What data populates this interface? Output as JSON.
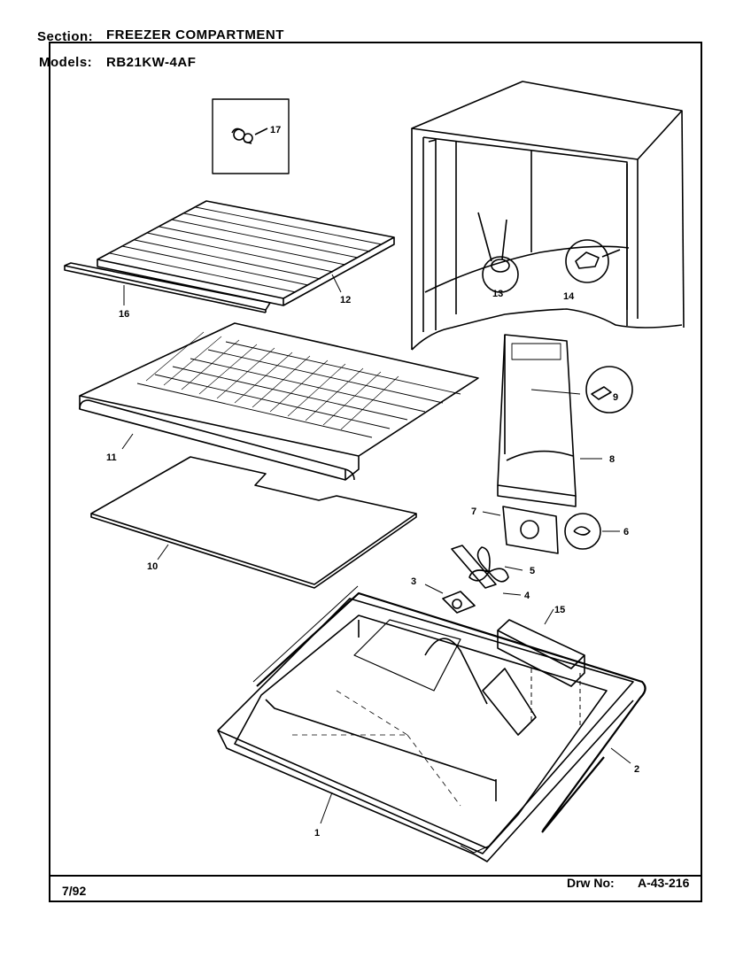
{
  "header": {
    "section_label": "Section:",
    "section_value": "FREEZER COMPARTMENT",
    "models_label": "Models:",
    "models_value": "RB21KW-4AF"
  },
  "footer": {
    "date": "7/92",
    "drawing_label": "Drw No:",
    "drawing_value": "A-43-216"
  },
  "callouts": {
    "c1": "1",
    "c2": "2",
    "c3": "3",
    "c4": "4",
    "c5": "5",
    "c6": "6",
    "c7": "7",
    "c8": "8",
    "c9": "9",
    "c10": "10",
    "c11": "11",
    "c12": "12",
    "c13": "13",
    "c14": "14",
    "c15": "15",
    "c16": "16",
    "c17": "17"
  }
}
